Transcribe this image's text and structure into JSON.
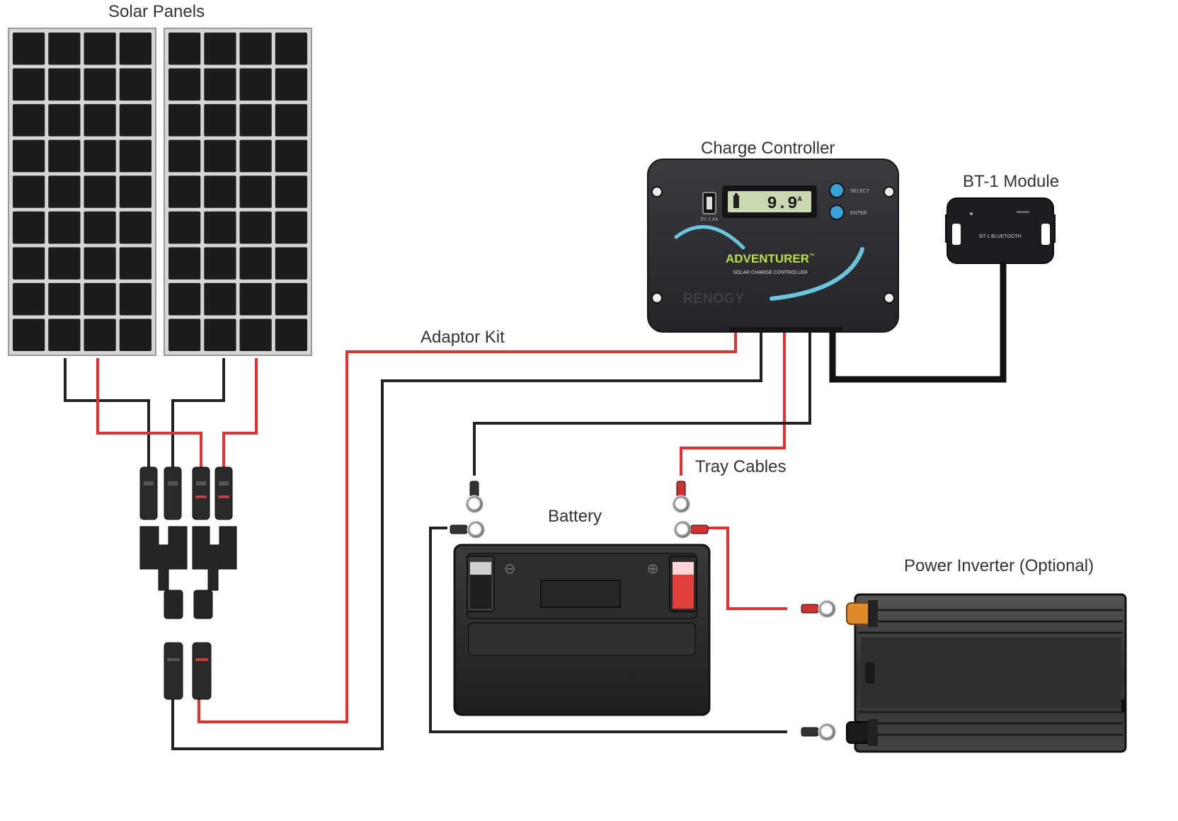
{
  "labels": {
    "solar_panels": "Solar Panels",
    "charge_controller": "Charge Controller",
    "bt_module": "BT-1 Module",
    "adaptor_kit": "Adaptor Kit",
    "tray_cables": "Tray Cables",
    "battery": "Battery",
    "power_inverter": "Power Inverter (Optional)"
  },
  "controller": {
    "brand": "ADVENTURER",
    "trademark": "™",
    "subtitle": "SOLAR CHARGE CONTROLLER",
    "display_value": "9.9",
    "display_unit": "A",
    "button_top": "SELECT",
    "button_bottom": "ENTER",
    "usb_label": "5V 2.4A",
    "maker": "RENOGY"
  },
  "bt_module_device": {
    "text": "BT-1 BLUETOOTH"
  },
  "battery_device": {
    "neg_symbol": "⊖",
    "pos_symbol": "⊕"
  },
  "colors": {
    "positive_wire": "#e53030",
    "negative_wire": "#222222",
    "panel_cell": "#1c1c1c",
    "panel_frame": "#cfcfcf",
    "controller_body": "#2e2e32",
    "brand_green": "#b8e04a",
    "lcd": "#c9d8b0",
    "battery_body": "#2a2a2a",
    "battery_positive_terminal": "#e0403a",
    "inverter_body": "#3a3a3a"
  },
  "icons": [
    "ring-terminal-icon",
    "mc4-connector-icon",
    "branch-connector-icon",
    "usb-port-icon"
  ]
}
